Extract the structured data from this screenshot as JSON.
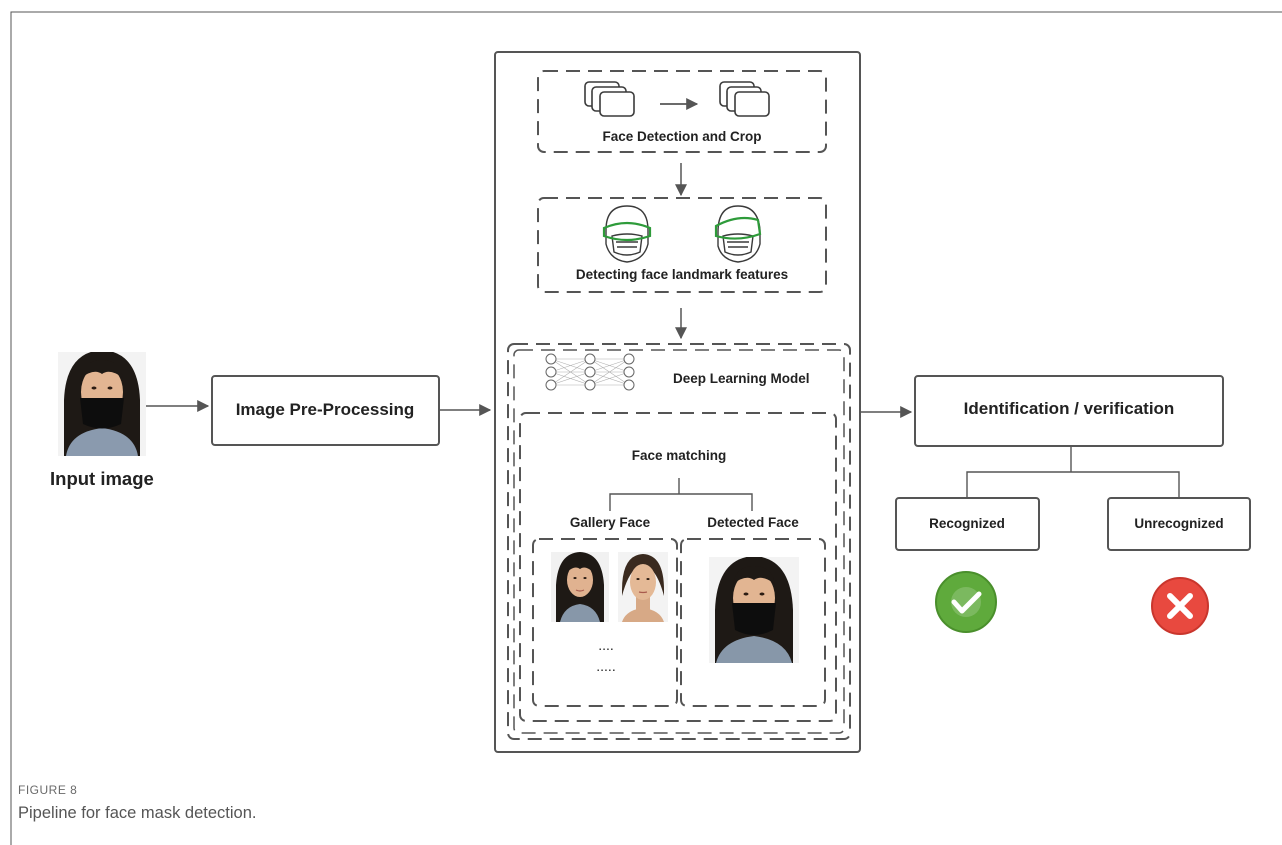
{
  "figure": {
    "label": "FIGURE 8",
    "caption": "Pipeline for face mask detection."
  },
  "nodes": {
    "input_image": "Input image",
    "preprocessing": "Image Pre-Processing",
    "face_detection": "Face Detection and Crop",
    "landmarks": "Detecting face landmark features",
    "deep_learning": "Deep Learning Model",
    "face_matching": "Face matching",
    "gallery_face": "Gallery Face",
    "detected_face": "Detected Face",
    "gallery_dots_1": "....",
    "gallery_dots_2": ".....",
    "identification": "Identification / verification",
    "recognized": "Recognized",
    "unrecognized": "Unrecognized"
  },
  "icons": {
    "recognized": "check-circle-icon",
    "unrecognized": "x-circle-icon",
    "face_stack": "image-stack-icon",
    "mask_face": "masked-face-icon",
    "network": "neural-network-icon"
  },
  "colors": {
    "line": "#555555",
    "success": "#5faa3c",
    "error": "#e8493f",
    "landmark": "#2e9b3a"
  }
}
